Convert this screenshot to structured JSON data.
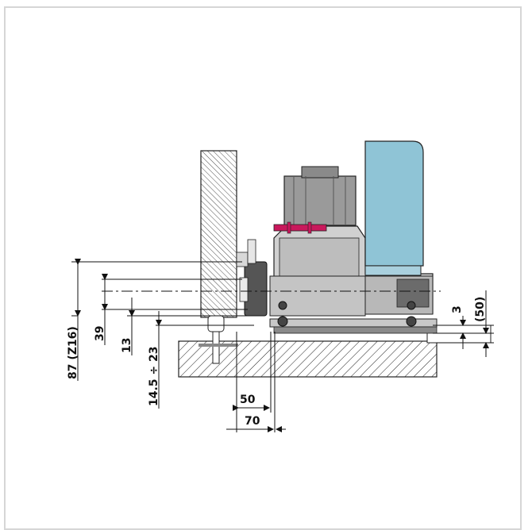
{
  "dimensions": {
    "height_total": "87 (Z16)",
    "height_axis": "39",
    "height_rack": "13",
    "height_range": "14.5 ÷ 23",
    "gap_top": "3",
    "base_height": "(50)",
    "offset_inner": "50",
    "offset_outer": "70"
  },
  "colors": {
    "cover": "#8fc4d6",
    "motor": "#9a9a9a",
    "bracket": "#c9185c",
    "body": "#c8c8c8",
    "hatch": "#222222"
  }
}
